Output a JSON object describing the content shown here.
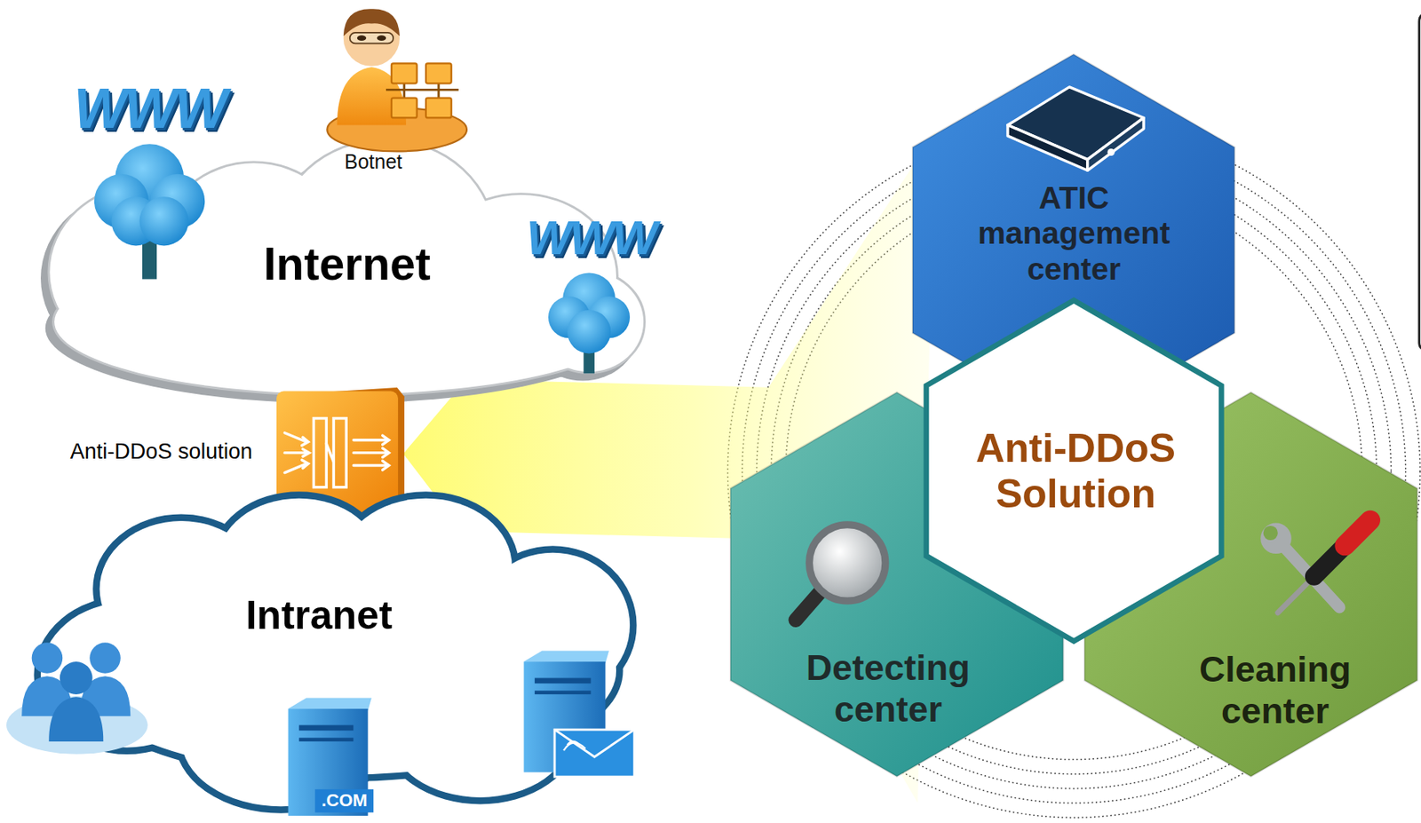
{
  "diagram": {
    "nodes": [
      {
        "text": [
          "Internet"
        ]
      },
      {
        "text": [
          "Anti-DDoS solution"
        ]
      },
      {
        "text": [
          "Intranet"
        ]
      },
      {
        "text": [
          "ATIC management center"
        ]
      },
      {
        "text": [
          "Anti-DDoS Solution"
        ]
      },
      {
        "text": [
          "Detecting center"
        ]
      },
      {
        "text": [
          "Cleaning center"
        ]
      }
    ],
    "edges": [
      {
        "from": 4,
        "to": 1,
        "arrow": "to"
      }
    ],
    "labels": [
      "WWW",
      "Botnet",
      "WWW",
      ".COM"
    ]
  }
}
